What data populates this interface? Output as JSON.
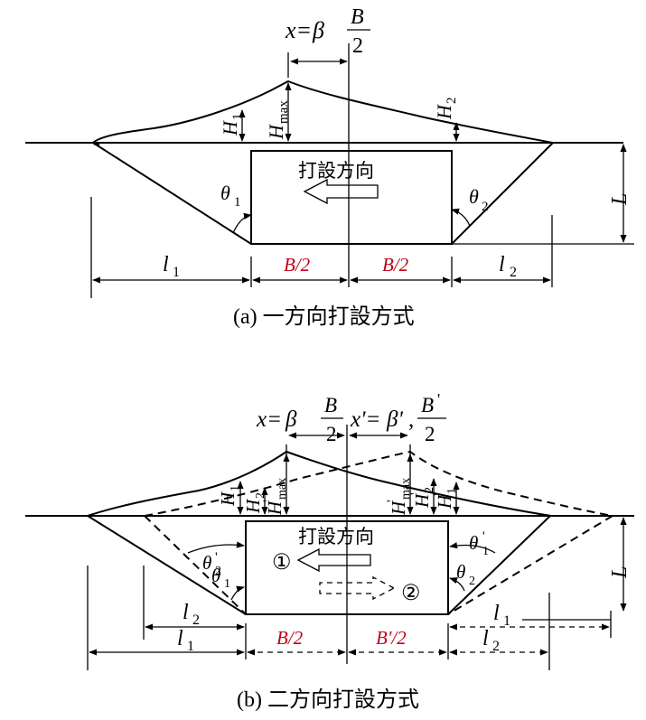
{
  "diagram_a": {
    "caption": "(a)  一方向打設方式",
    "offset_x": "x=",
    "offset_beta": "β",
    "offset_B": "B",
    "offset_2": "2",
    "H1": "H",
    "H1_sub": "1",
    "Hmax": "H",
    "Hmax_sub": "max",
    "H2": "H",
    "H2_sub": "2",
    "direction_label": "打設方向",
    "theta1": "θ",
    "theta1_sub": "1",
    "theta2": "θ",
    "theta2_sub": "2",
    "L": "L",
    "l1": "l",
    "l1_sub": "1",
    "l2": "l",
    "l2_sub": "2",
    "half_left": "B/2",
    "half_right": "B/2"
  },
  "diagram_b": {
    "caption": "(b)  二方向打設方式",
    "offset_x": "x=",
    "offset_beta": "β",
    "offset_B": "B",
    "offset_2": "2",
    "offset2_x": "x'=",
    "offset2_beta": "β'",
    "offset2_comma": ",",
    "offset2_B": "B",
    "offset2_prime": "'",
    "offset2_2": "2",
    "H1": "H",
    "H1_sub": "1",
    "H2": "H",
    "H2_sub": "2",
    "Hmax": "H",
    "Hmax_sub": "max",
    "Hmax_prime": "'",
    "Hmax2": "H",
    "Hmax2_sub": "max",
    "Hmax2_prime": "'",
    "H2p": "H",
    "H2p_sub": "2",
    "H2p_prime": "'",
    "H1p": "H",
    "H1p_sub": "1",
    "H1p_prime": "'",
    "direction_label": "打設方向",
    "circle_1": "①",
    "circle_2": "②",
    "theta2p": "θ",
    "theta2p_sub": "2",
    "theta2p_prime": "'",
    "theta1": "θ",
    "theta1_sub": "1",
    "theta1p": "θ",
    "theta1p_sub": "1",
    "theta1p_prime": "'",
    "theta2": "θ",
    "theta2_sub": "2",
    "L": "L",
    "l2_left": "l",
    "l2_left_sub": "2",
    "l1_left": "l",
    "l1_left_sub": "1",
    "l1_right": "l",
    "l1_right_sub": "1",
    "l2_right": "l",
    "l2_right_sub": "2",
    "half_left": "B/2",
    "half_right": "B'/2"
  }
}
